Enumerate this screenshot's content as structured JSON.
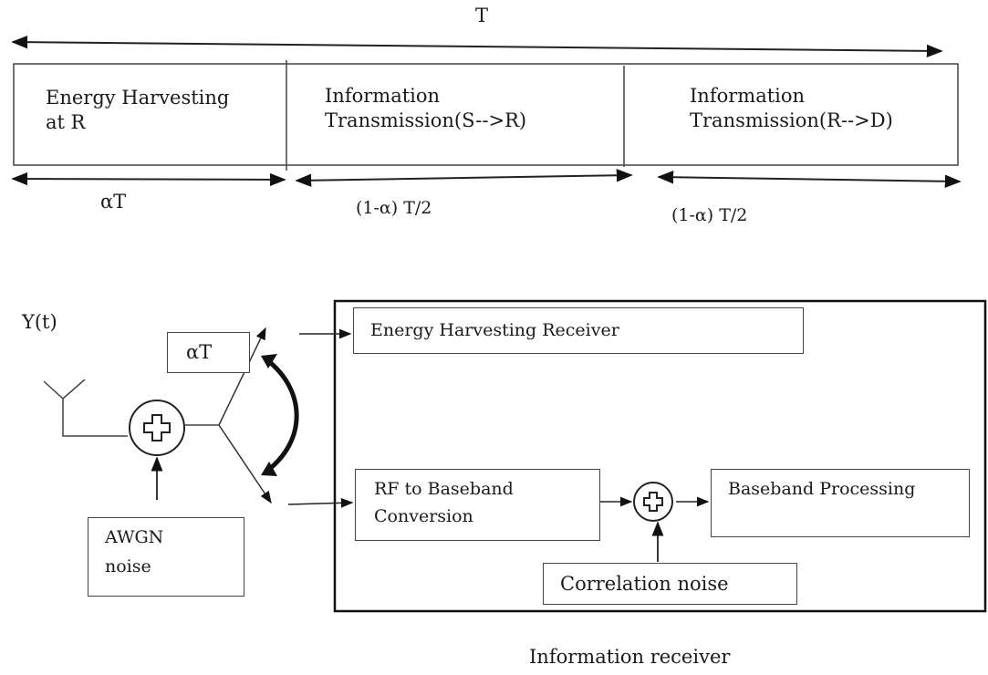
{
  "timeline": {
    "total_label": "T",
    "segments": [
      {
        "line1": "Energy Harvesting",
        "line2": "at R",
        "duration": "αT"
      },
      {
        "line1": "Information",
        "line2": "Transmission(S-->R)",
        "duration": "(1-α) T/2"
      },
      {
        "line1": "Information",
        "line2": "Transmission(R-->D)",
        "duration": "(1-α) T/2"
      }
    ]
  },
  "receiver": {
    "input_label": "Y(t)",
    "switch_label": "αT",
    "noise_box": {
      "line1": "AWGN",
      "line2": "noise"
    },
    "energy_harvesting_receiver": "Energy Harvesting Receiver",
    "rf_to_baseband": {
      "line1": "RF to Baseband",
      "line2": "Conversion"
    },
    "baseband_processing": "Baseband Processing",
    "correlation_noise": "Correlation noise",
    "information_receiver_caption": "Information receiver"
  }
}
